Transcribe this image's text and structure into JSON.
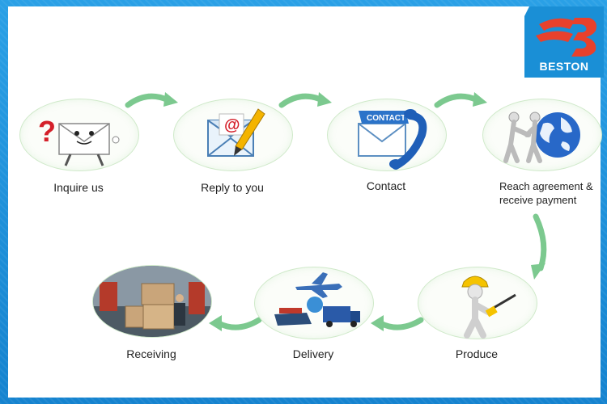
{
  "brand": {
    "name": "BESTON"
  },
  "steps": [
    {
      "id": "inquire",
      "label": "Inquire us",
      "icon": "question-envelope-icon"
    },
    {
      "id": "reply",
      "label": "Reply to you",
      "icon": "email-pencil-icon"
    },
    {
      "id": "contact",
      "label": "Contact",
      "icon": "contact-phone-icon"
    },
    {
      "id": "agreement",
      "label_line1": "Reach agreement &",
      "label_line2": "receive payment",
      "icon": "handshake-globe-icon"
    },
    {
      "id": "produce",
      "label": "Produce",
      "icon": "worker-screwdriver-icon"
    },
    {
      "id": "delivery",
      "label": "Delivery",
      "icon": "plane-ship-truck-icon"
    },
    {
      "id": "receiving",
      "label": "Receiving",
      "icon": "warehouse-boxes-photo"
    }
  ],
  "colors": {
    "frame": "#1a8fd6",
    "arrow": "#7cc98f",
    "ellipse_border": "#cfe9c9",
    "logo_red": "#e8412c"
  }
}
